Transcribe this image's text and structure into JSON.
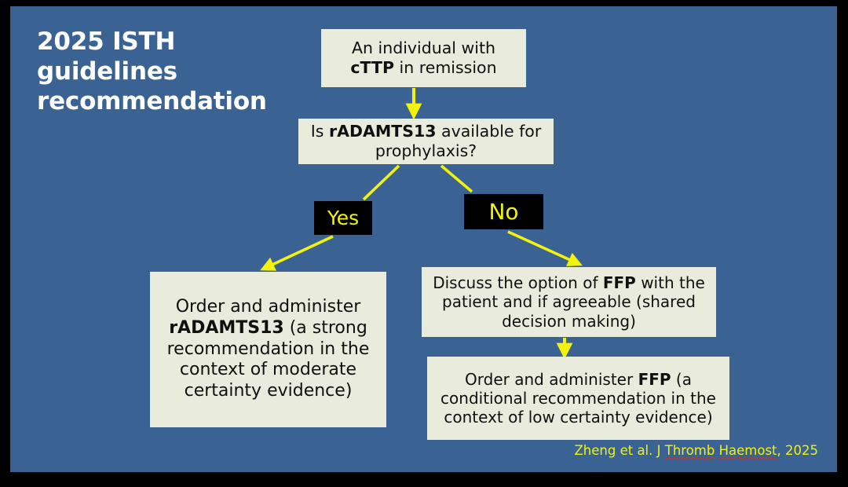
{
  "slide": {
    "title": "2025 ISTH\nguidelines\nrecommendation",
    "background_color": "#3A6394",
    "box_fill_color": "#E9ECDD",
    "accent_yellow": "#F2F20D",
    "title_color": "#FFFFFF"
  },
  "flow": {
    "start": {
      "text_before": "An individual with ",
      "text_bold": "cTTP",
      "text_after": " in remission",
      "full_text": "An individual with cTTP in remission"
    },
    "question": {
      "text_before": "Is ",
      "text_bold": "rADAMTS13",
      "text_after": " available for prophylaxis?",
      "full_text": "Is rADAMTS13 available for prophylaxis?"
    },
    "branch_yes": "Yes",
    "branch_no": "No",
    "left_outcome": {
      "text_before": "Order and administer ",
      "text_bold": "rADAMTS13",
      "text_after": " (a strong recommendation in the context of moderate certainty evidence)",
      "full_text": "Order and administer rADAMTS13 (a strong recommendation in the context of moderate certainty evidence)"
    },
    "right_middle": {
      "text_before": "Discuss the option of ",
      "text_bold": "FFP",
      "text_after": " with the patient and if agreeable (shared decision making)",
      "full_text": "Discuss the option of FFP with the patient and if agreeable (shared decision making)"
    },
    "right_outcome": {
      "text_before": "Order and administer ",
      "text_bold": "FFP",
      "text_after": " (a conditional recommendation in the context of low certainty evidence)",
      "full_text": "Order and administer FFP (a conditional recommendation in the context of low certainty evidence)"
    }
  },
  "citation": {
    "part1": "Zheng et al. J ",
    "spell1": "Thromb",
    "part2": " ",
    "spell2": "Haemost",
    "part3": ", 2025",
    "full_text": "Zheng et al. J Thromb Haemost, 2025"
  }
}
